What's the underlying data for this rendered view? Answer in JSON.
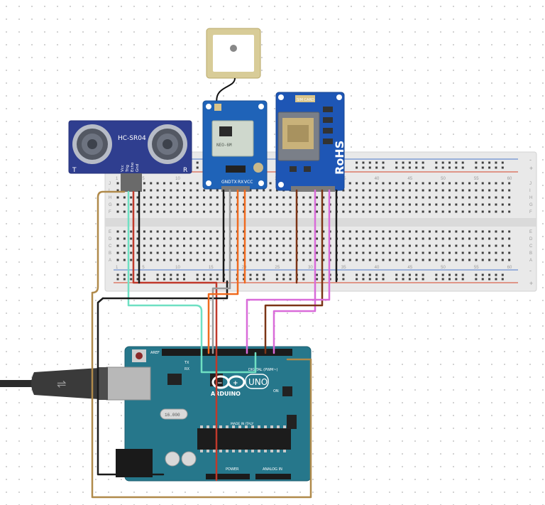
{
  "breadboard": {
    "row_letters_top": [
      "J",
      "I",
      "H",
      "G",
      "F"
    ],
    "row_letters_bottom": [
      "E",
      "D",
      "C",
      "B",
      "A"
    ],
    "column_numbers": [
      "1",
      "5",
      "10",
      "15",
      "20",
      "25",
      "30",
      "35",
      "40",
      "45",
      "50",
      "55",
      "60"
    ],
    "rail_plus": "+",
    "rail_minus": "-"
  },
  "sensor": {
    "name": "HC-SR04",
    "pins": [
      "Vcc",
      "Trig",
      "Echo",
      "Gnd"
    ],
    "corner_left": "T",
    "corner_right": "R"
  },
  "gps": {
    "chip_text": "NEO-6M",
    "pins": [
      "GND",
      "TX",
      "RX",
      "VCC"
    ]
  },
  "gsm": {
    "slot_label": "SIM CARD",
    "mark": "RoHS"
  },
  "arduino": {
    "brand": "ARDUINO",
    "model": "UNO",
    "digital_label": "DIGITAL (PWM~)",
    "power_label": "POWER",
    "analog_label": "ANALOG IN",
    "on_label": "ON",
    "tx_label": "TX",
    "rx_label": "RX",
    "made_in": "MADE IN ITALY",
    "crystal_text": "16.000",
    "ref_label": "AREF"
  },
  "colors": {
    "breadboard": "#e9e9e9",
    "sensor_board": "#2f3e8f",
    "gps_board": "#1f63b8",
    "gsm_board": "#1e56b5",
    "arduino_board": "#26778b",
    "wire_black": "#1a1a1a",
    "wire_red": "#c0392b",
    "wire_orange": "#f06a1e",
    "wire_brown": "#7b3416",
    "wire_pink": "#d96bd9",
    "wire_aqua": "#6fe0c2",
    "wire_gold": "#b08a4a",
    "wire_gray": "#9b9b9b",
    "usb_cable": "#2b2b2b"
  }
}
